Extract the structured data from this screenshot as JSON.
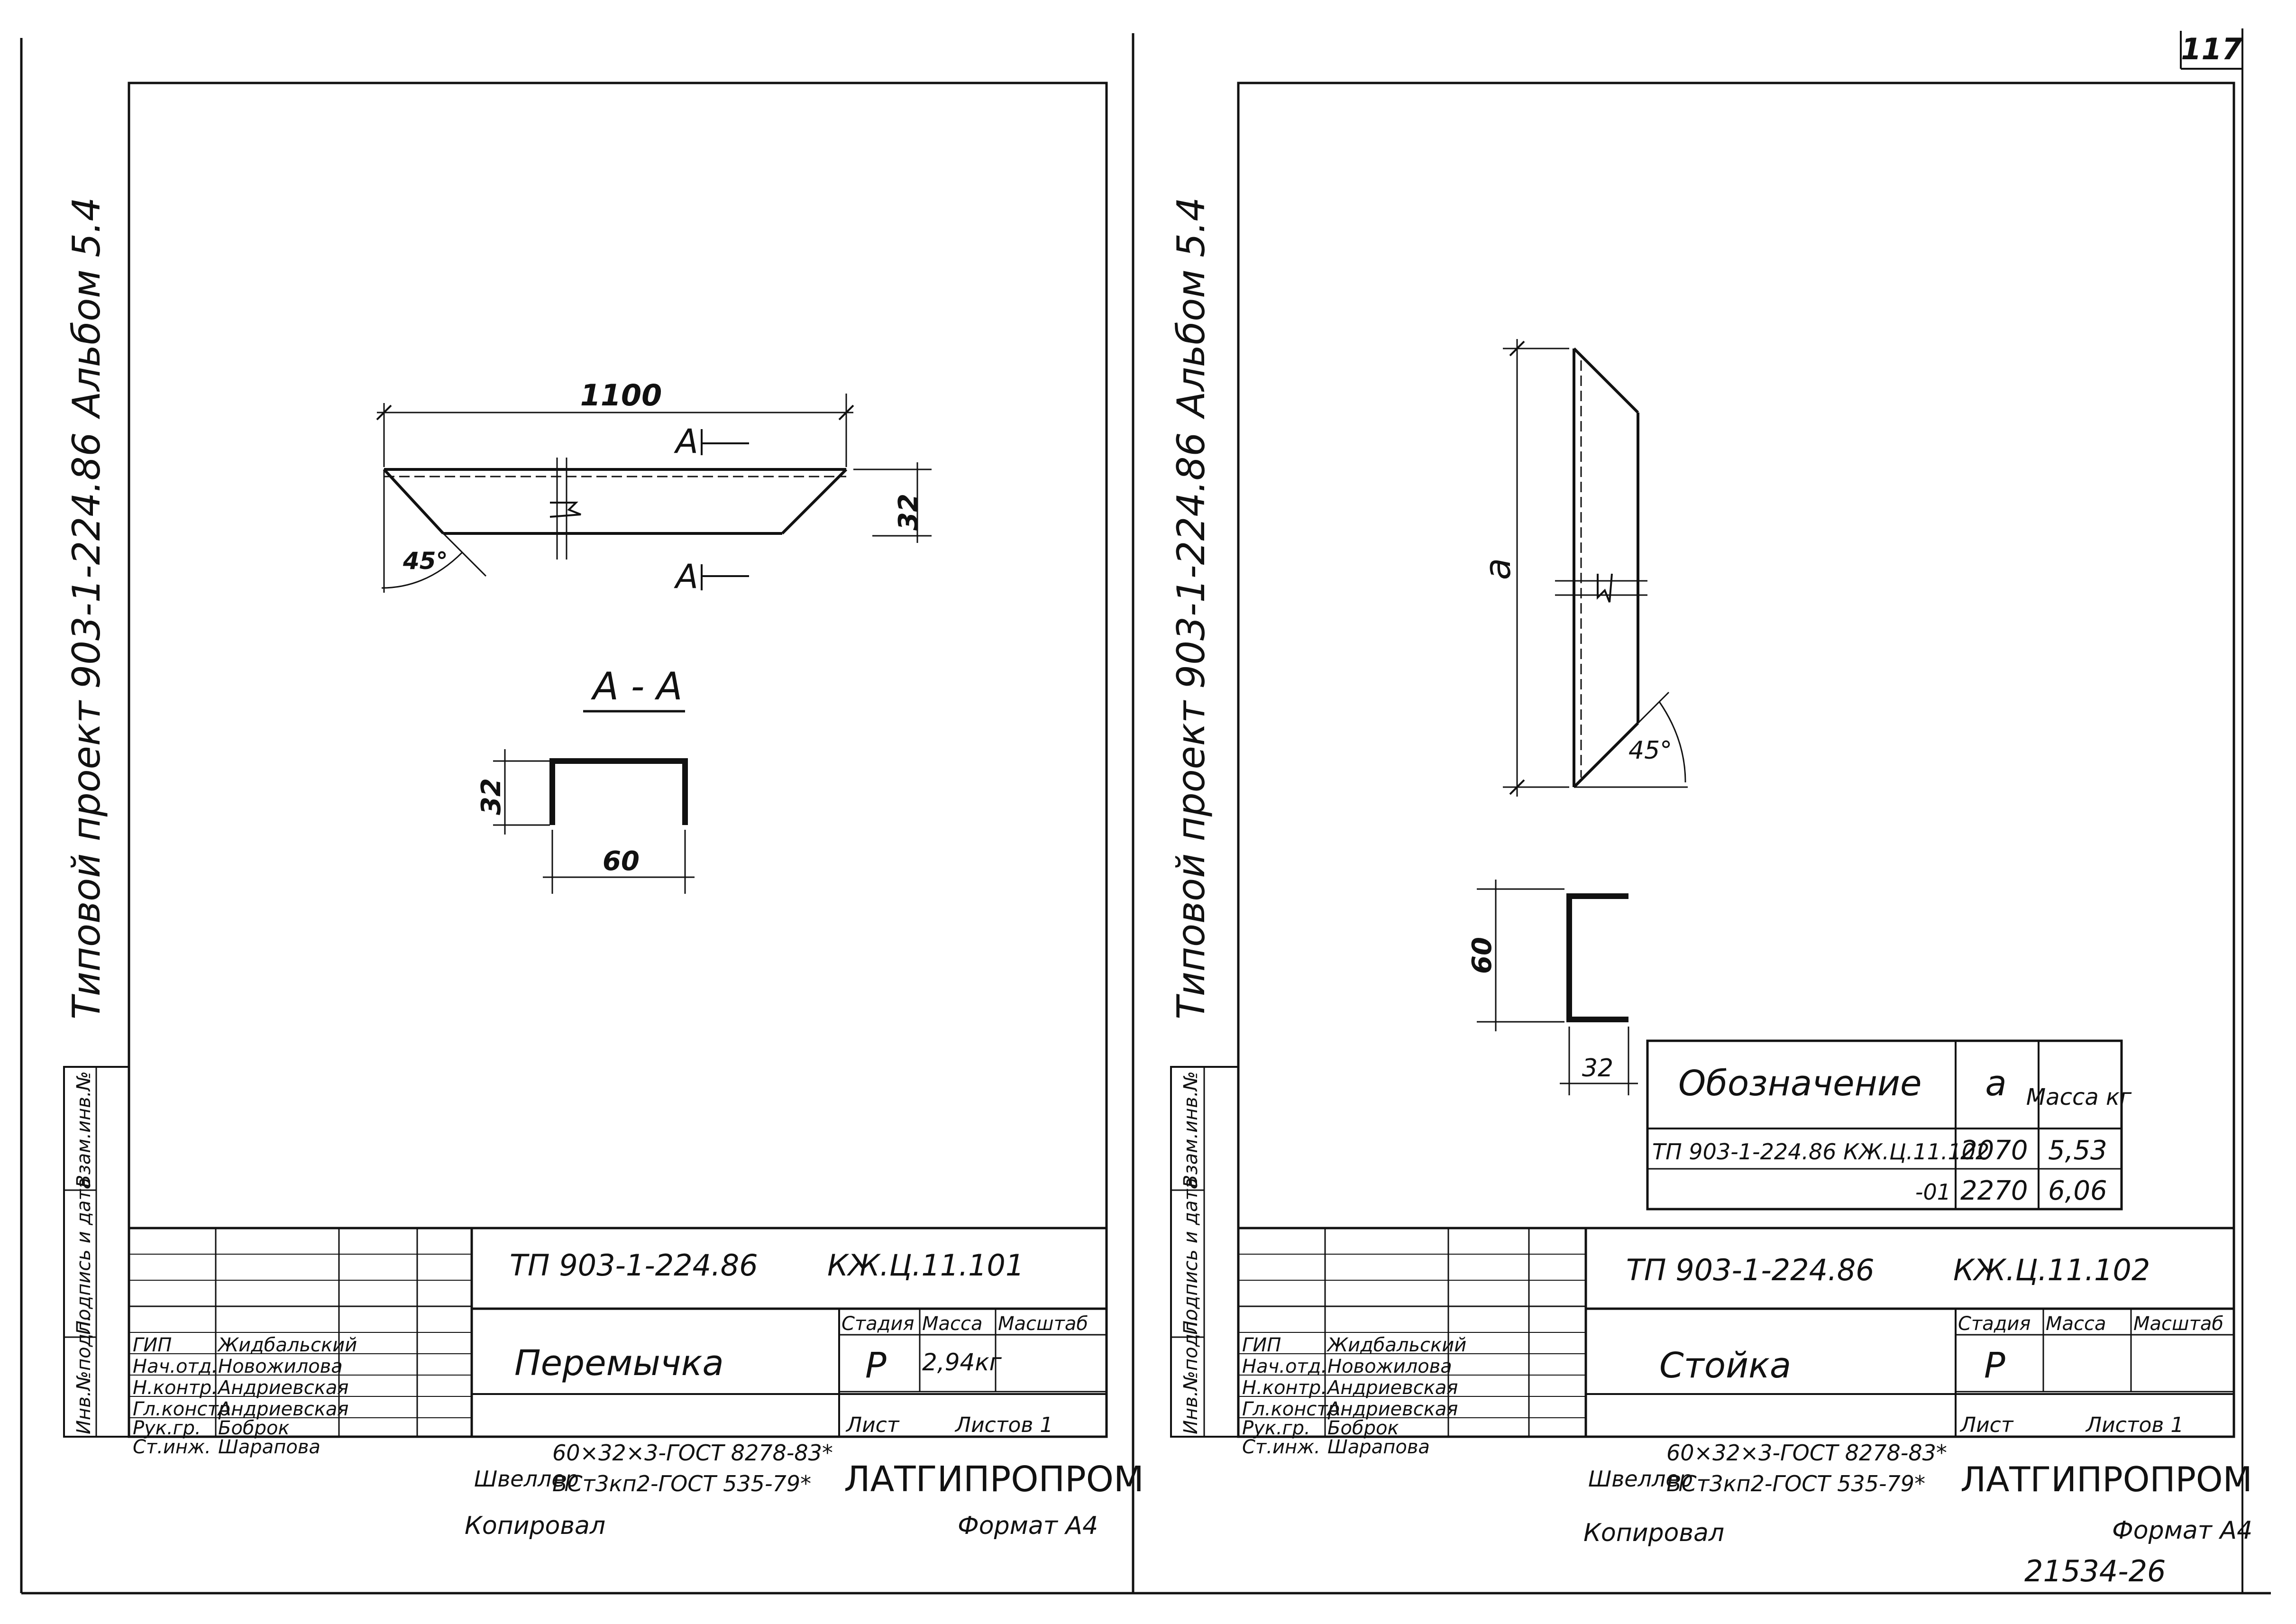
{
  "page_number": "117",
  "inventory_number": "21534-26",
  "sheets": [
    {
      "side_title": "Типовой проект 903-1-224.86",
      "album": "Альбом 5.4",
      "side_fields": [
        "Инв.№подл.",
        "Подпись и дата",
        "Взам.инв.№"
      ],
      "project_code": "ТП 903-1-224.86",
      "drawing_code": "КЖ.Ц.11.101",
      "item_name": "Перемычка",
      "stage_header": "Стадия",
      "mass_header": "Масса",
      "scale_header": "Масштаб",
      "stage": "Р",
      "mass": "2,94кг",
      "sheet_label": "Лист",
      "sheets_label": "Листов 1",
      "material_prefix": "Швеллер",
      "material_line1": "60×32×3-ГОСТ 8278-83*",
      "material_line2": "ВСт3кп2-ГОСТ 535-79*",
      "organization": "ЛАТГИПРОПРОМ",
      "copied": "Копировал",
      "format": "Формат А4",
      "staff": [
        {
          "role": "ГИП",
          "name": "Жидбальский"
        },
        {
          "role": "Нач.отд.",
          "name": "Новожилова"
        },
        {
          "role": "Н.контр.",
          "name": "Андриевская"
        },
        {
          "role": "Гл.констр.",
          "name": "Андриевская"
        },
        {
          "role": "Рук.гр.",
          "name": "Боброк"
        },
        {
          "role": "Ст.инж.",
          "name": "Шарапова"
        }
      ],
      "dims": {
        "length": "1100",
        "height": "32",
        "angle": "45°",
        "section_mark": "А",
        "section_title": "А - А",
        "section_h": "32",
        "section_w": "60"
      }
    },
    {
      "side_title": "Типовой проект 903-1-224.86",
      "album": "Альбом 5.4",
      "side_fields": [
        "Инв.№подл.",
        "Подпись и дата",
        "Взам.инв.№"
      ],
      "project_code": "ТП 903-1-224.86",
      "drawing_code": "КЖ.Ц.11.102",
      "item_name": "Стойка",
      "stage_header": "Стадия",
      "mass_header": "Масса",
      "scale_header": "Масштаб",
      "stage": "Р",
      "mass": "",
      "sheet_label": "Лист",
      "sheets_label": "Листов 1",
      "material_prefix": "Швеллер",
      "material_line1": "60×32×3-ГОСТ 8278-83*",
      "material_line2": "ВСт3кп2-ГОСТ 535-79*",
      "organization": "ЛАТГИПРОПРОМ",
      "copied": "Копировал",
      "format": "Формат А4",
      "staff": [
        {
          "role": "ГИП",
          "name": "Жидбальский"
        },
        {
          "role": "Нач.отд.",
          "name": "Новожилова"
        },
        {
          "role": "Н.контр.",
          "name": "Андриевская"
        },
        {
          "role": "Гл.констр.",
          "name": "Андриевская"
        },
        {
          "role": "Рук.гр.",
          "name": "Боброк"
        },
        {
          "role": "Ст.инж.",
          "name": "Шарапова"
        }
      ],
      "dims": {
        "length": "а",
        "angle": "45°",
        "section_h": "60",
        "section_w": "32"
      },
      "spec_table": {
        "headers": [
          "Обозначение",
          "а",
          "Масса кг"
        ],
        "rows": [
          [
            "ТП 903-1-224.86 КЖ.Ц.11.102",
            "2070",
            "5,53"
          ],
          [
            "-01",
            "2270",
            "6,06"
          ]
        ]
      }
    }
  ]
}
